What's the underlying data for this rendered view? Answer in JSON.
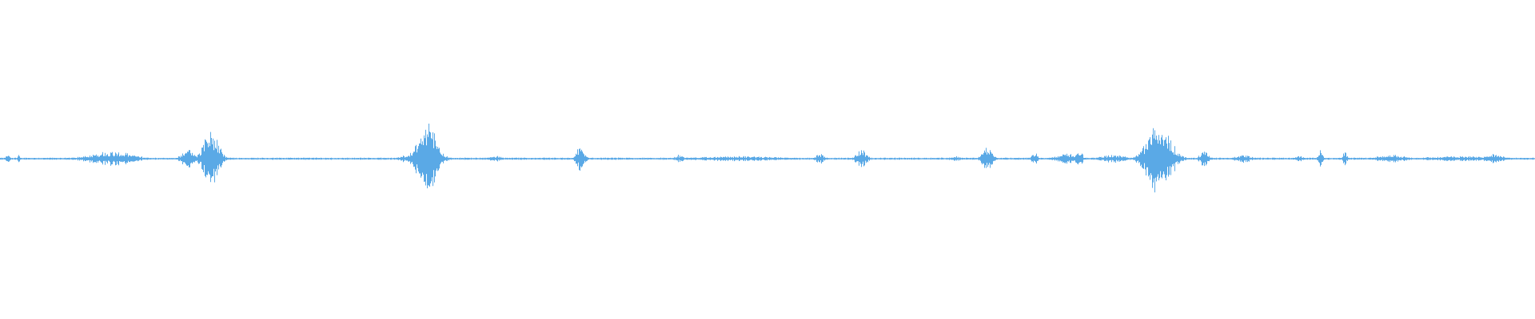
{
  "waveform": {
    "color": "#5aa9e6",
    "bursts": [
      {
        "t": 0.005,
        "amp": 0.05,
        "dur": 0.002
      },
      {
        "t": 0.012,
        "amp": 0.06,
        "dur": 0.001
      },
      {
        "t": 0.072,
        "amp": 0.09,
        "dur": 0.022
      },
      {
        "t": 0.122,
        "amp": 0.12,
        "dur": 0.006
      },
      {
        "t": 0.137,
        "amp": 0.35,
        "dur": 0.008
      },
      {
        "t": 0.262,
        "amp": 0.04,
        "dur": 0.005
      },
      {
        "t": 0.278,
        "amp": 0.45,
        "dur": 0.01
      },
      {
        "t": 0.323,
        "amp": 0.04,
        "dur": 0.006
      },
      {
        "t": 0.378,
        "amp": 0.16,
        "dur": 0.004
      },
      {
        "t": 0.442,
        "amp": 0.05,
        "dur": 0.004
      },
      {
        "t": 0.48,
        "amp": 0.03,
        "dur": 0.045
      },
      {
        "t": 0.534,
        "amp": 0.07,
        "dur": 0.004
      },
      {
        "t": 0.561,
        "amp": 0.12,
        "dur": 0.005
      },
      {
        "t": 0.622,
        "amp": 0.03,
        "dur": 0.006
      },
      {
        "t": 0.643,
        "amp": 0.14,
        "dur": 0.005
      },
      {
        "t": 0.674,
        "amp": 0.07,
        "dur": 0.003
      },
      {
        "t": 0.695,
        "amp": 0.07,
        "dur": 0.01
      },
      {
        "t": 0.703,
        "amp": 0.12,
        "dur": 0.003
      },
      {
        "t": 0.725,
        "amp": 0.05,
        "dur": 0.012
      },
      {
        "t": 0.755,
        "amp": 0.45,
        "dur": 0.012
      },
      {
        "t": 0.784,
        "amp": 0.11,
        "dur": 0.004
      },
      {
        "t": 0.81,
        "amp": 0.05,
        "dur": 0.008
      },
      {
        "t": 0.846,
        "amp": 0.04,
        "dur": 0.004
      },
      {
        "t": 0.86,
        "amp": 0.11,
        "dur": 0.002
      },
      {
        "t": 0.876,
        "amp": 0.09,
        "dur": 0.002
      },
      {
        "t": 0.906,
        "amp": 0.05,
        "dur": 0.014
      },
      {
        "t": 0.95,
        "amp": 0.03,
        "dur": 0.04
      },
      {
        "t": 0.972,
        "amp": 0.06,
        "dur": 0.01
      }
    ],
    "baseline_amp": 0.012
  }
}
